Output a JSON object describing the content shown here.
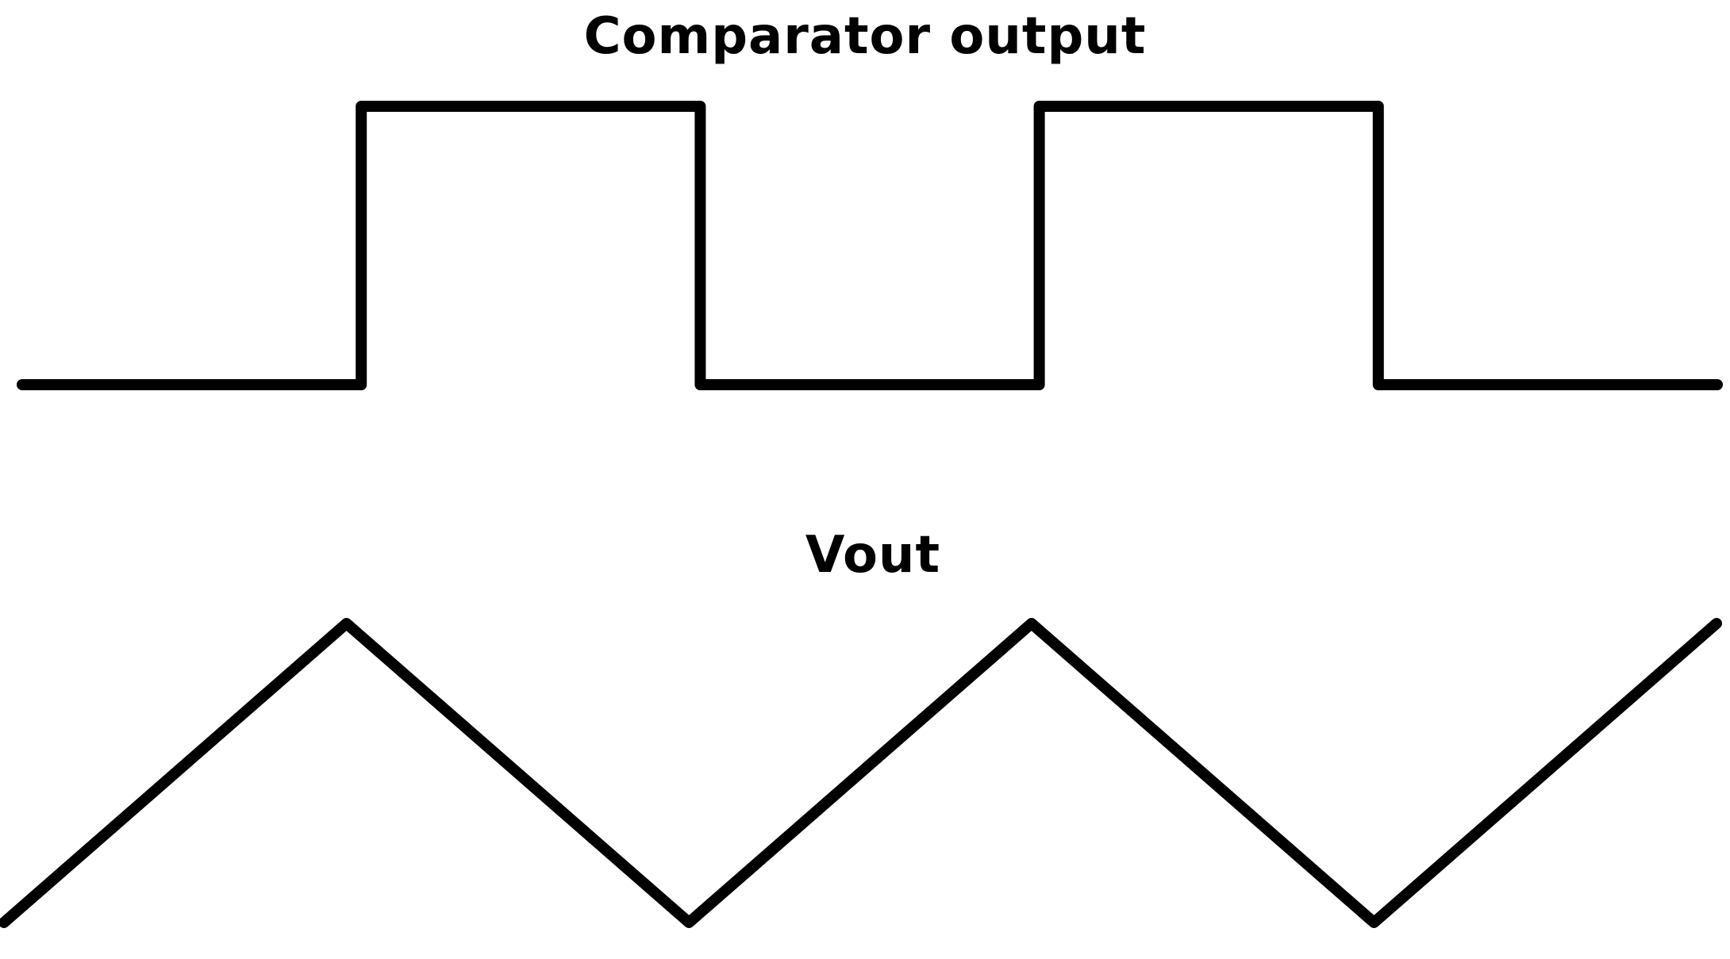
{
  "comparator": {
    "title": "Comparator output",
    "levels": [
      "low",
      "high",
      "low",
      "high",
      "low"
    ]
  },
  "vout": {
    "title": "Vout",
    "shape": "triangle",
    "vertices": [
      "low",
      "high",
      "low",
      "high",
      "low",
      "high"
    ]
  },
  "colors": {
    "trace": "#000000",
    "background": "#ffffff"
  }
}
